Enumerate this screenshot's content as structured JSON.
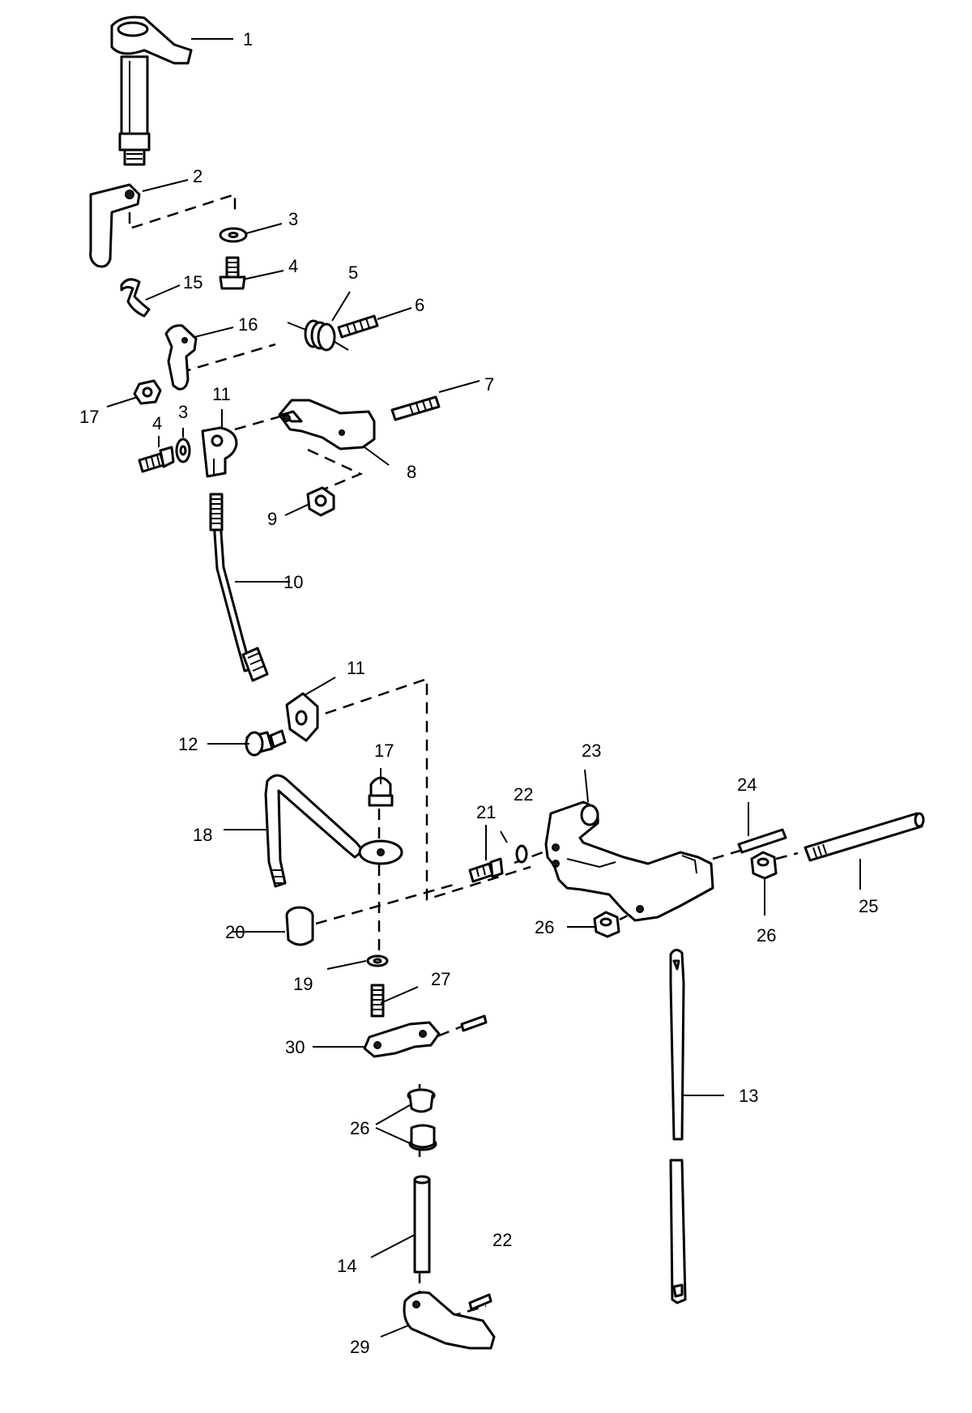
{
  "labels": {
    "p1": "1",
    "p2": "2",
    "p3a": "3",
    "p4a": "4",
    "p15": "15",
    "p5": "5",
    "p6": "6",
    "p16": "16",
    "p17a": "17",
    "p11a": "11",
    "p4b": "4",
    "p3b": "3",
    "p7": "7",
    "p8": "8",
    "p9": "9",
    "p10": "10",
    "p11b": "11",
    "p12": "12",
    "p17b": "17",
    "p23": "23",
    "p22a": "22",
    "p21": "21",
    "p24": "24",
    "p18": "18",
    "p25": "25",
    "p20": "20",
    "p26a": "26",
    "p26b": "26",
    "p19": "19",
    "p27": "27",
    "p30": "30",
    "p13": "13",
    "p26c": "26",
    "p14": "14",
    "p22b": "22",
    "p29": "29"
  }
}
